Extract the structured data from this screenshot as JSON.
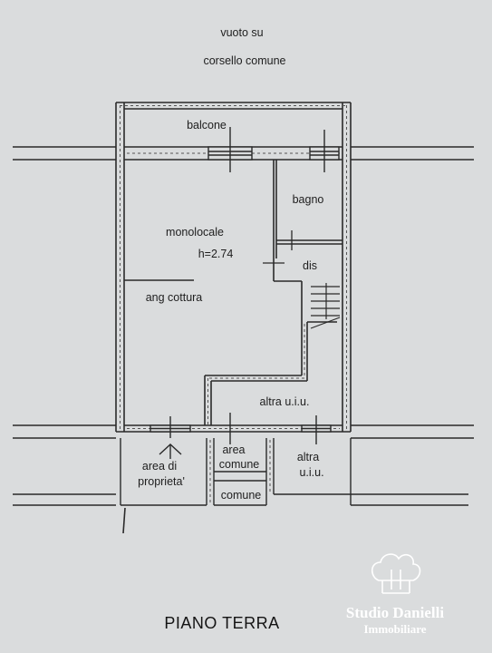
{
  "labels": {
    "above_line1": "vuoto su",
    "above_line2": "corsello comune",
    "balcone": "balcone",
    "bagno": "bagno",
    "monolocale": "monolocale",
    "height": "h=2.74",
    "dis": "dis",
    "ang_cottura": "ang cottura",
    "altra_uiu_inner": "altra u.i.u.",
    "area_proprieta_1": "area di",
    "area_proprieta_2": "proprieta'",
    "area_comune_1": "area",
    "area_comune_2": "comune",
    "comune_small": "comune",
    "altra_uiu_out_1": "altra",
    "altra_uiu_out_2": "u.i.u.",
    "floor_title": "PIANO TERRA"
  },
  "logo": {
    "name": "Studio Danielli",
    "sub": "Immobiliare",
    "icon": "chef-hat-logo-icon"
  },
  "colors": {
    "paper": "#dadcdd",
    "ink": "#2a2a2a",
    "logo": "#ffffff"
  }
}
